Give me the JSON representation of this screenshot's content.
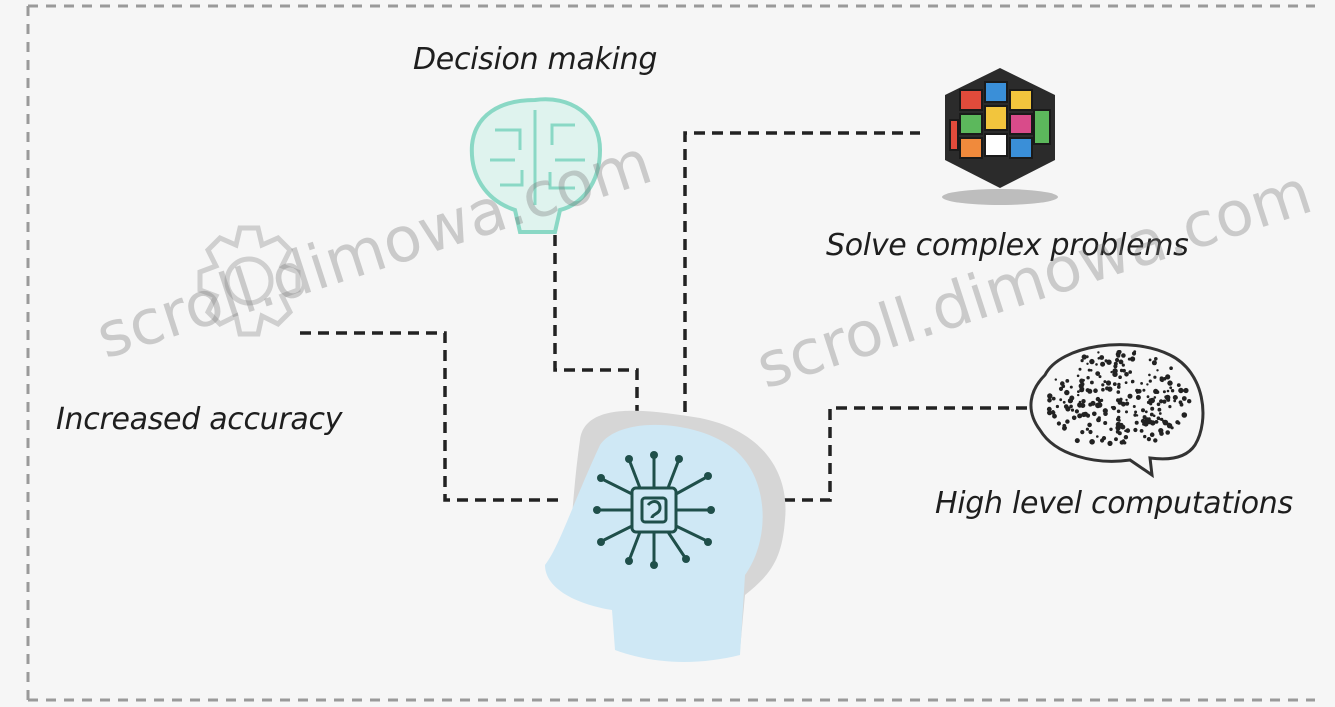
{
  "diagram": {
    "labels": {
      "decision_making": "Decision making",
      "solve_complex": "Solve complex problems",
      "increased_accuracy": "Increased accuracy",
      "high_level": "High level computations"
    },
    "watermark": {
      "left": "scroll.dimowa.com",
      "right": "scroll.dimowa.com"
    },
    "icons": {
      "center": "ai-head-chip-icon",
      "decision": "brain-circuit-icon",
      "accuracy": "gear-icon",
      "solve": "rubiks-cube-icon",
      "high_level": "neural-brain-icon"
    },
    "colors": {
      "head_fill": "#cfe8f5",
      "head_back": "#d9d9d9",
      "chip": "#1f4f4a",
      "decision_icon": "#7fd6c0",
      "gear": "#d0d0d0",
      "connector": "#222222"
    }
  }
}
